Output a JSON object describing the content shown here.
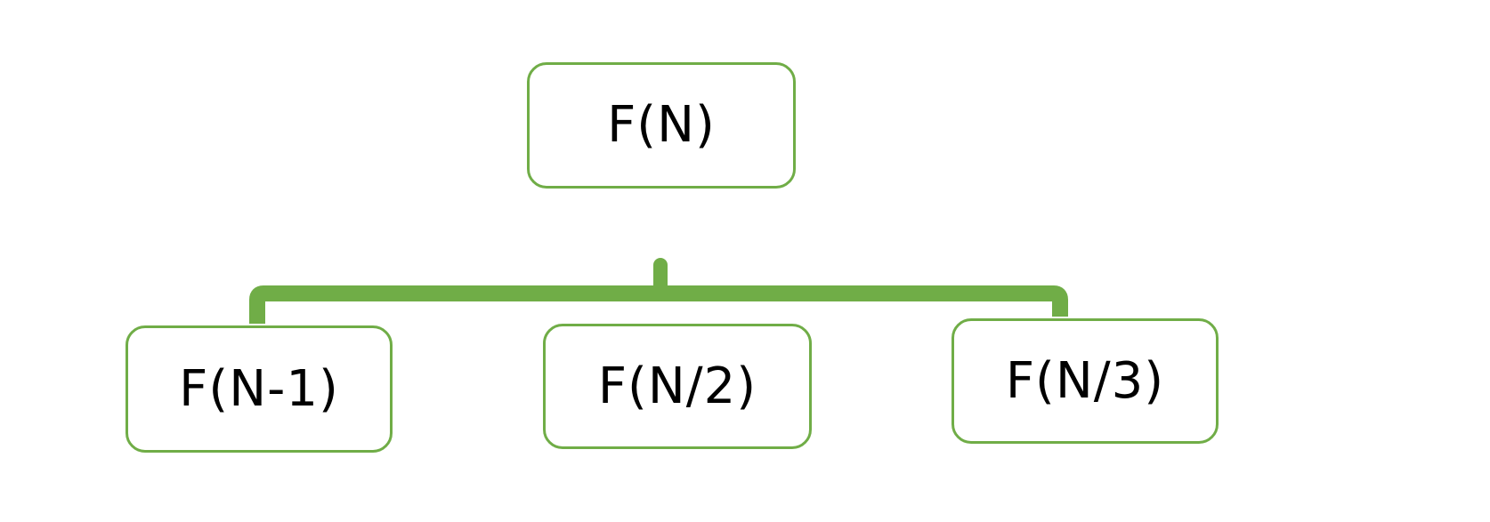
{
  "diagram": {
    "type": "tree",
    "line_color": "#70ad47",
    "root": {
      "label": "F(N)"
    },
    "children": [
      {
        "label": "F(N-1)"
      },
      {
        "label": "F(N/2)"
      },
      {
        "label": "F(N/3)"
      }
    ]
  }
}
